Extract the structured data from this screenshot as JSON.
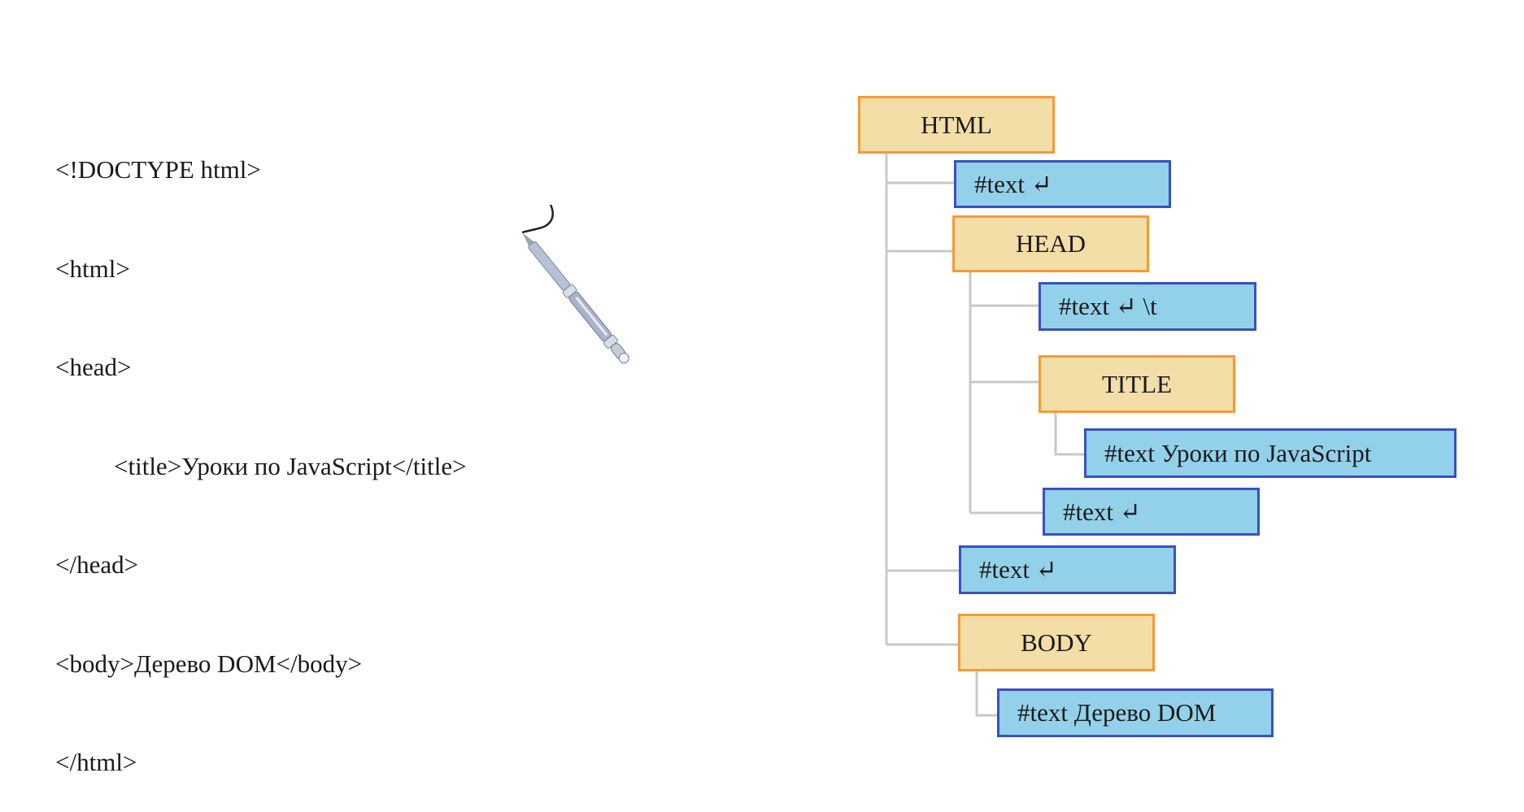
{
  "code": {
    "lines": [
      "<!DOCTYPE html>",
      "<html>",
      "<head>",
      "<title>Уроки по JavaScript</title>",
      "</head>",
      "<body>Дерево DOM</body>",
      "</html>"
    ]
  },
  "tree": {
    "html": "HTML",
    "html_text_1": "#text  ↵",
    "head": "HEAD",
    "head_text_1": "#text  ↵ \\t",
    "title": "TITLE",
    "title_text": "#text   Уроки по JavaScript",
    "head_text_2": "#text  ↵",
    "html_text_2": "#text  ↵",
    "body": "BODY",
    "body_text": "#text Дерево DOM"
  },
  "colors": {
    "element_fill": "#f2dea6",
    "element_border": "#f59a36",
    "text_fill": "#93d1ea",
    "text_border": "#3a4fc4",
    "connector": "#c8c8c8"
  }
}
